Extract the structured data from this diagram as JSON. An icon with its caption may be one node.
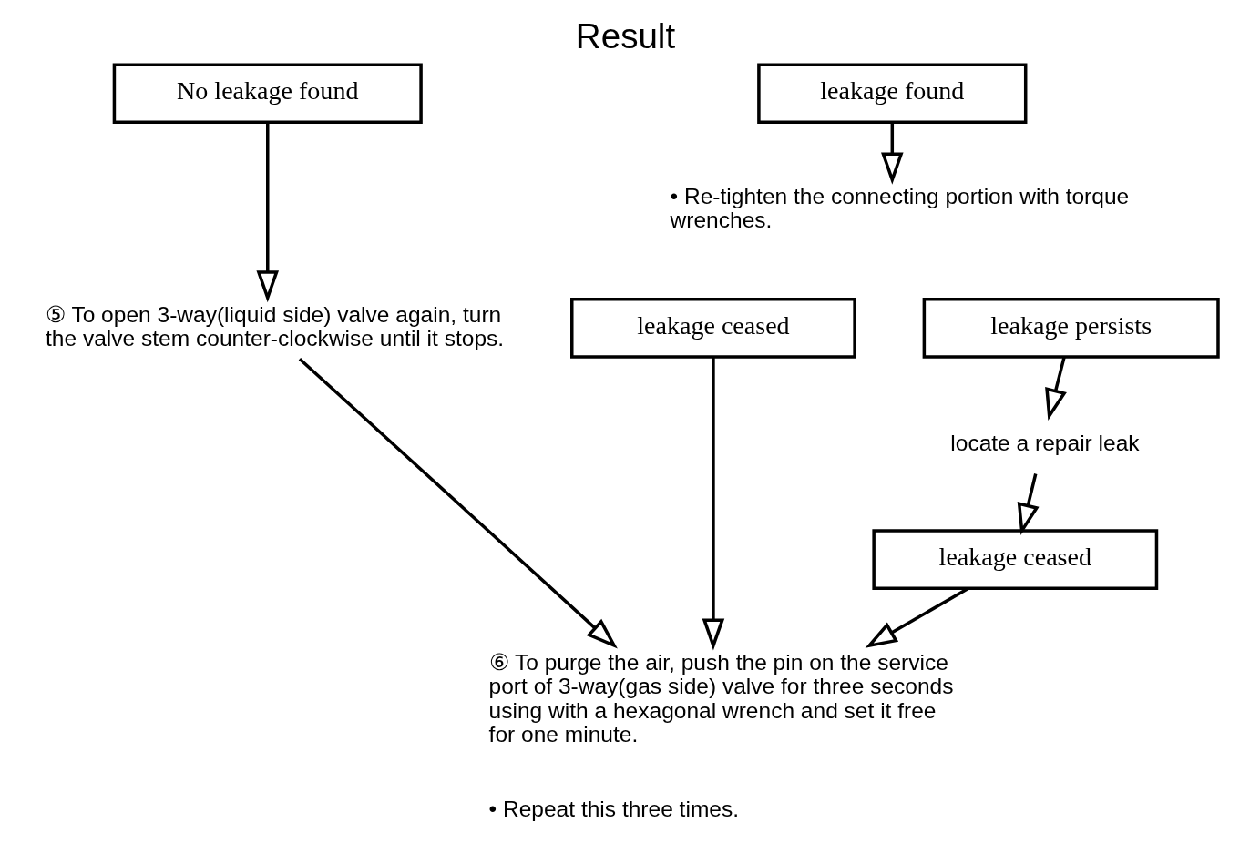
{
  "diagram": {
    "title": "Result",
    "nodes": [
      {
        "text": [
          "No leakage found"
        ]
      },
      {
        "text": [
          "leakage found"
        ]
      },
      {
        "text": [
          "⑤ To open 3-way(liquid side) valve again, turn the valve stem counter-clockwise until it stops."
        ]
      },
      {
        "text": [
          "• Re-tighten the connecting portion with torque wrenches."
        ]
      },
      {
        "text": [
          "leakage ceased"
        ]
      },
      {
        "text": [
          "leakage persists"
        ]
      },
      {
        "text": [
          "locate a repair leak"
        ]
      },
      {
        "text": [
          "leakage ceased"
        ]
      },
      {
        "text": [
          "⑥ To purge the air, push the pin on the service port of 3-way(gas side) valve for three seconds using with a hexagonal wrench and set it free for one minute.",
          "• Repeat this three times."
        ]
      }
    ],
    "edges": [
      {
        "from": 0,
        "to": 2,
        "arrow": "to"
      },
      {
        "from": 1,
        "to": 3,
        "arrow": "to"
      },
      {
        "from": 2,
        "to": 8,
        "arrow": "to"
      },
      {
        "from": 4,
        "to": 8,
        "arrow": "to"
      },
      {
        "from": 5,
        "to": 6,
        "arrow": "to"
      },
      {
        "from": 6,
        "to": 7,
        "arrow": "to"
      },
      {
        "from": 7,
        "to": 8,
        "arrow": "to"
      }
    ]
  }
}
